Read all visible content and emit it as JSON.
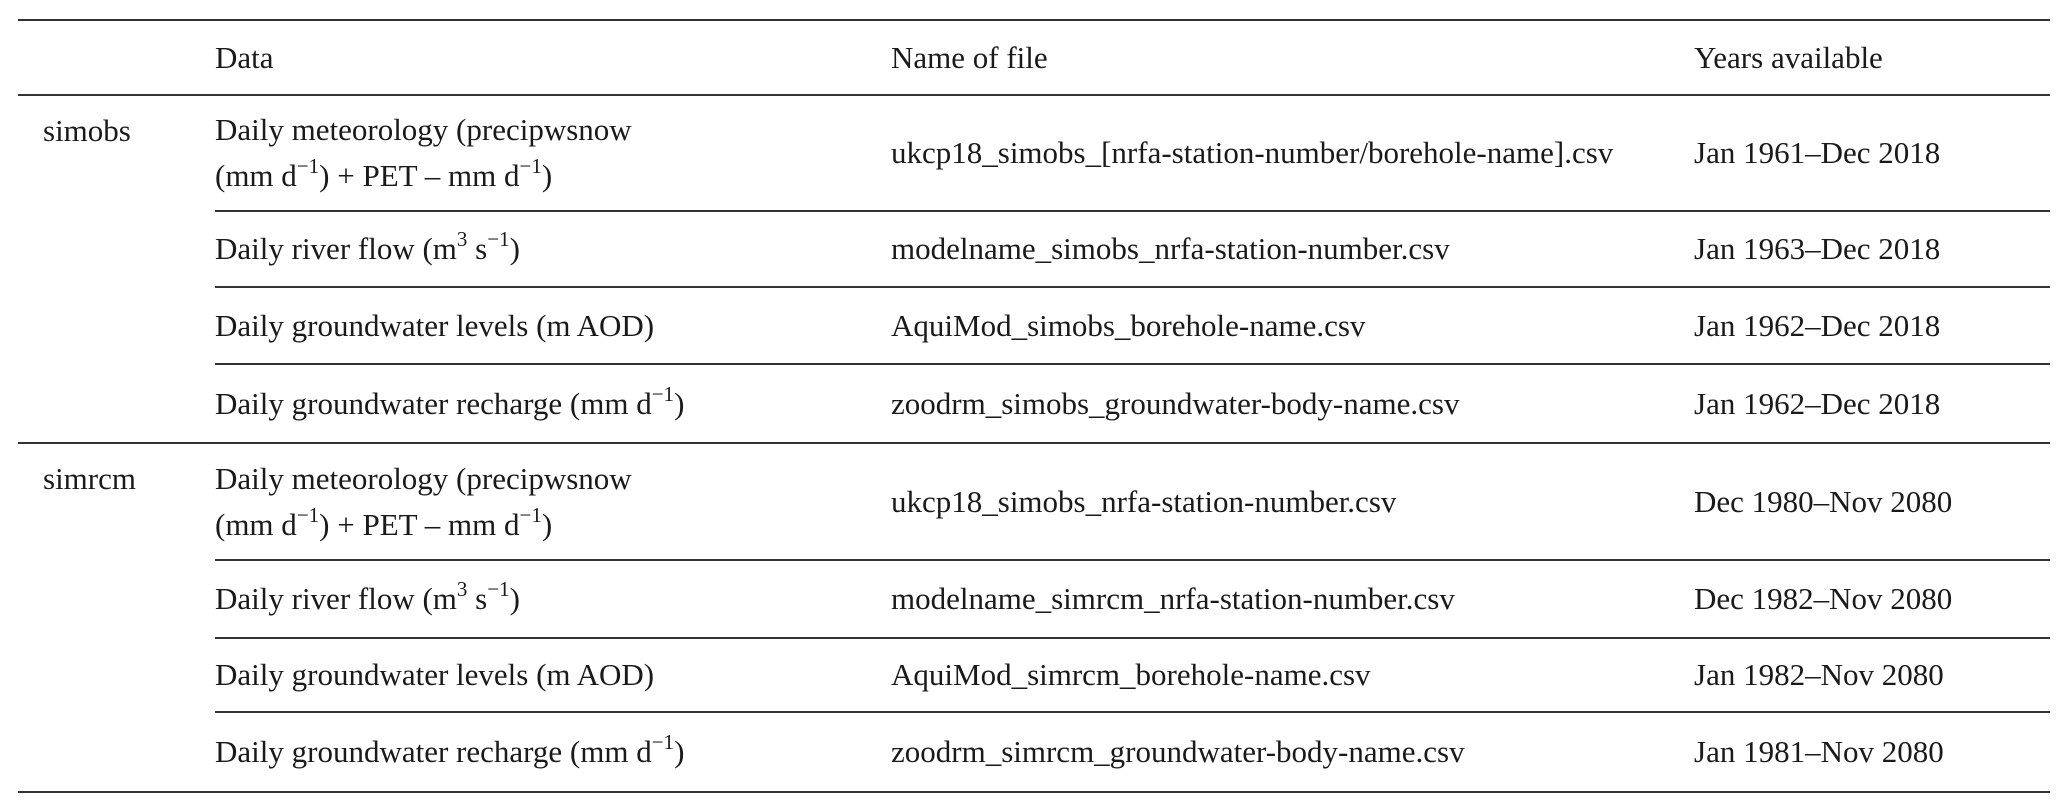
{
  "table": {
    "headers": [
      "",
      "Data",
      "Name of file",
      "Years available"
    ],
    "groups": [
      {
        "label": "simobs",
        "rows": [
          {
            "data": [
              [
                "Daily meteorology (precipwsnow"
              ],
              [
                "(mm d",
                ""
              ],
              [
                "−1",
                "sup"
              ],
              [
                ") + PET – mm d"
              ],
              [
                "−1",
                "sup"
              ],
              [
                ")"
              ]
            ],
            "file": "ukcp18_simobs_[nrfa-station-number/borehole-name].csv",
            "years": "Jan 1961–Dec 2018",
            "heights": 116,
            "break": true
          },
          {
            "data": [
              [
                "Daily river flow (m"
              ],
              [
                "3",
                "sup"
              ],
              [
                " s"
              ],
              [
                "−1",
                "sup"
              ],
              [
                ")"
              ]
            ],
            "file": "modelname_simobs_nrfa-station-number.csv",
            "years": "Jan 1963–Dec 2018"
          },
          {
            "data": [
              [
                "Daily groundwater levels (m AOD)"
              ]
            ],
            "file": "AquiMod_simobs_borehole-name.csv",
            "years": "Jan 1962–Dec 2018"
          },
          {
            "data": [
              [
                "Daily groundwater recharge (mm d"
              ],
              [
                "−1",
                "sup"
              ],
              [
                ")"
              ]
            ],
            "file": "zoodrm_simobs_groundwater-body-name.csv",
            "years": "Jan 1962–Dec 2018"
          }
        ]
      },
      {
        "label": "simrcm",
        "rows": [
          {
            "data": [
              [
                "Daily meteorology (precipwsnow"
              ],
              [
                "(mm d",
                ""
              ],
              [
                "−1",
                "sup"
              ],
              [
                ") + PET – mm d"
              ],
              [
                "−1",
                "sup"
              ],
              [
                ")"
              ]
            ],
            "file": "ukcp18_simobs_nrfa-station-number.csv",
            "years": "Dec 1980–Nov 2080",
            "break": true
          },
          {
            "data": [
              [
                "Daily river flow (m"
              ],
              [
                "3",
                "sup"
              ],
              [
                " s"
              ],
              [
                "−1",
                "sup"
              ],
              [
                ")"
              ]
            ],
            "file": "modelname_simrcm_nrfa-station-number.csv",
            "years": "Dec 1982–Nov 2080"
          },
          {
            "data": [
              [
                "Daily groundwater levels (m AOD)"
              ]
            ],
            "file": "AquiMod_simrcm_borehole-name.csv",
            "years": "Jan 1982–Nov 2080"
          },
          {
            "data": [
              [
                "Daily groundwater recharge (mm d"
              ],
              [
                "−1",
                "sup"
              ],
              [
                ")"
              ]
            ],
            "file": "zoodrm_simrcm_groundwater-body-name.csv",
            "years": "Jan 1981–Nov 2080"
          }
        ]
      }
    ]
  }
}
